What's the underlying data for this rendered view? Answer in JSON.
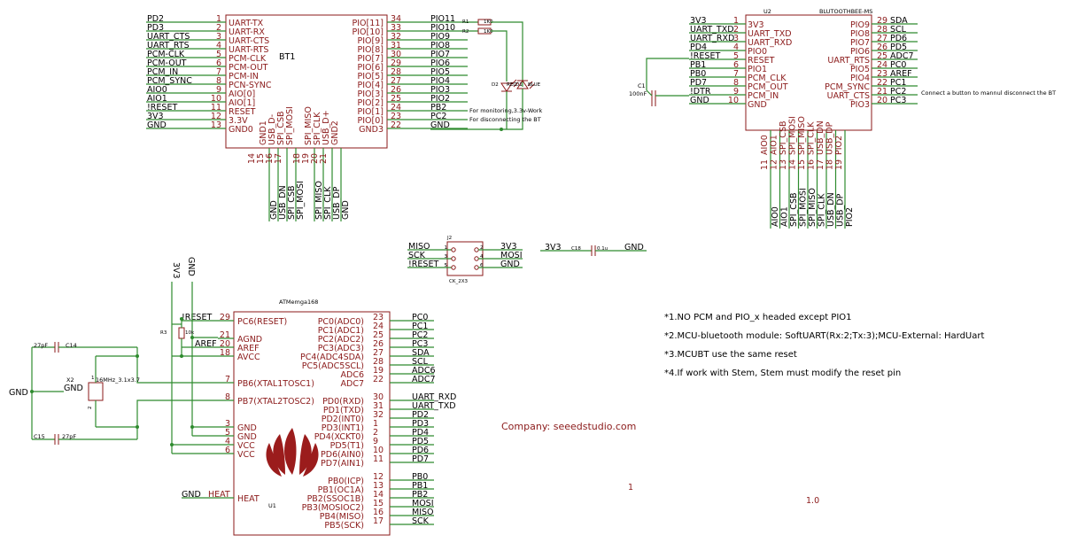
{
  "bt1": {
    "designator": "BT1",
    "left_pins": [
      {
        "num": "1",
        "name": "UART-TX",
        "net": "PD2"
      },
      {
        "num": "2",
        "name": "UART-RX",
        "net": "PD3"
      },
      {
        "num": "3",
        "name": "UART-CTS",
        "net": "UART_CTS"
      },
      {
        "num": "4",
        "name": "UART-RTS",
        "net": "UART_RTS"
      },
      {
        "num": "5",
        "name": "PCM-CLK",
        "net": "PCM-CLK"
      },
      {
        "num": "6",
        "name": "PCM-OUT",
        "net": "PCM-OUT"
      },
      {
        "num": "7",
        "name": "PCM-IN",
        "net": "PCM_IN"
      },
      {
        "num": "8",
        "name": "PCN-SYNC",
        "net": "PCM_SYNC"
      },
      {
        "num": "9",
        "name": "AIO[0]",
        "net": "AIO0"
      },
      {
        "num": "10",
        "name": "AIO[1]",
        "net": "AIO1"
      },
      {
        "num": "11",
        "name": "RESET",
        "net": "!RESET"
      },
      {
        "num": "12",
        "name": "3.3V",
        "net": "3V3"
      },
      {
        "num": "13",
        "name": "GND0",
        "net": "GND"
      }
    ],
    "right_pins": [
      {
        "num": "34",
        "name": "PIO[11]",
        "net": "PIO11"
      },
      {
        "num": "33",
        "name": "PIO[10]",
        "net": "PIO10"
      },
      {
        "num": "32",
        "name": "PIO[9]",
        "net": "PIO9"
      },
      {
        "num": "31",
        "name": "PIO[8]",
        "net": "PIO8"
      },
      {
        "num": "30",
        "name": "PIO[7]",
        "net": "PIO7"
      },
      {
        "num": "29",
        "name": "PIO[6]",
        "net": "PIO6"
      },
      {
        "num": "28",
        "name": "PIO[5]",
        "net": "PIO5"
      },
      {
        "num": "27",
        "name": "PIO[4]",
        "net": "PIO4"
      },
      {
        "num": "26",
        "name": "PIO[3]",
        "net": "PIO3"
      },
      {
        "num": "25",
        "name": "PIO[2]",
        "net": "PIO2"
      },
      {
        "num": "24",
        "name": "PIO[1]",
        "net": "PB2"
      },
      {
        "num": "23",
        "name": "PIO[0]",
        "net": "PC2"
      },
      {
        "num": "22",
        "name": "GND3",
        "net": "GND"
      }
    ],
    "bottom_pins": [
      {
        "num": "14",
        "name": "GND1",
        "net": "GND"
      },
      {
        "num": "15",
        "name": "USB_D-",
        "net": "USB_DN"
      },
      {
        "num": "16",
        "name": "SPI_CSB",
        "net": "SPI_CSB"
      },
      {
        "num": "17",
        "name": "SPI_MOSI",
        "net": "SPI_MOSI"
      },
      {
        "num": "18",
        "name": "SPI_MISO",
        "net": "SPI_MISO"
      },
      {
        "num": "19",
        "name": "SPI_CLK",
        "net": "SPI_CLK"
      },
      {
        "num": "20",
        "name": "USB_D+",
        "net": "USB_DP"
      },
      {
        "num": "21",
        "name": "GND2",
        "net": "GND"
      }
    ],
    "r1": "R1",
    "r2": "R2",
    "r_val1": "1K0",
    "r_val2": "1K0",
    "d2": "D2",
    "d1": "D1",
    "d2_val": "RED",
    "d1_val": "BLUE",
    "note_pb2": "For monitoring,3.3v-Work",
    "note_pc2": "For disconnecting the BT"
  },
  "u2": {
    "designator": "U2",
    "value": "BLUTOOTHBEE-MS",
    "left_pins": [
      {
        "num": "1",
        "name": "3V3",
        "net": "3V3"
      },
      {
        "num": "2",
        "name": "UART_TXD",
        "net": "UART_TXD"
      },
      {
        "num": "3",
        "name": "UART_RXD",
        "net": "UART_RXD"
      },
      {
        "num": "4",
        "name": "PIO0",
        "net": "PD4"
      },
      {
        "num": "5",
        "name": "RESET",
        "net": "!RESET"
      },
      {
        "num": "6",
        "name": "PIO1",
        "net": "PB1"
      },
      {
        "num": "7",
        "name": "PCM_CLK",
        "net": "PB0"
      },
      {
        "num": "8",
        "name": "PCM_OUT",
        "net": "PD7"
      },
      {
        "num": "9",
        "name": "PCM_IN",
        "net": "!DTR"
      },
      {
        "num": "10",
        "name": "GND",
        "net": "GND"
      }
    ],
    "right_pins": [
      {
        "num": "29",
        "name": "PIO9",
        "net": "SDA"
      },
      {
        "num": "28",
        "name": "PIO8",
        "net": "SCL"
      },
      {
        "num": "27",
        "name": "PIO7",
        "net": "PD6"
      },
      {
        "num": "26",
        "name": "PIO6",
        "net": "PD5"
      },
      {
        "num": "25",
        "name": "UART_RTS",
        "net": "ADC7"
      },
      {
        "num": "24",
        "name": "PIO5",
        "net": "PC0"
      },
      {
        "num": "23",
        "name": "PIO4",
        "net": "AREF"
      },
      {
        "num": "22",
        "name": "PCM_SYNC",
        "net": "PC1"
      },
      {
        "num": "21",
        "name": "UART_CTS",
        "net": "PC2"
      },
      {
        "num": "20",
        "name": "PIO3",
        "net": "PC3"
      }
    ],
    "bottom_pins": [
      {
        "num": "11",
        "name": "AIO0",
        "net": "AIO0"
      },
      {
        "num": "12",
        "name": "AIO1",
        "net": "AIO1"
      },
      {
        "num": "13",
        "name": "SPI_CSB",
        "net": "SPI_CSB"
      },
      {
        "num": "14",
        "name": "SPI_MOSI",
        "net": "SPI_MOSI"
      },
      {
        "num": "15",
        "name": "SPI_MISO",
        "net": "SPI_MISO"
      },
      {
        "num": "16",
        "name": "SPI_CLK",
        "net": "SPI_CLK"
      },
      {
        "num": "17",
        "name": "USB_DN",
        "net": "USB_DN"
      },
      {
        "num": "18",
        "name": "USB_DP",
        "net": "USB_DP"
      },
      {
        "num": "19",
        "name": "PIO2",
        "net": "PIO2"
      }
    ],
    "c1": "C1",
    "c1_val": "100nF",
    "note": "Connect a button to mannul disconnect the BT"
  },
  "j2": {
    "designator": "J2",
    "value": "CK_2X3",
    "left": [
      {
        "num": "1",
        "net": "MISO"
      },
      {
        "num": "3",
        "net": "SCK"
      },
      {
        "num": "5",
        "net": "!RESET"
      }
    ],
    "right": [
      {
        "num": "2",
        "net": "3V3"
      },
      {
        "num": "4",
        "net": "MOSI"
      },
      {
        "num": "6",
        "net": "GND"
      }
    ]
  },
  "c18": {
    "designator": "C18",
    "value": "0.1u",
    "net_left": "3V3",
    "net_right": "GND"
  },
  "u1": {
    "designator": "U1",
    "value": "ATMemga168",
    "left_pins": [
      {
        "num": "29",
        "name": "PC6(RESET)",
        "net": "!RESET"
      },
      {
        "num": "21",
        "name": "AGND",
        "net": ""
      },
      {
        "num": "20",
        "name": "AREF",
        "net": "AREF"
      },
      {
        "num": "18",
        "name": "AVCC",
        "net": ""
      },
      {
        "num": "7",
        "name": "PB6(XTAL1TOSC1)",
        "net": ""
      },
      {
        "num": "8",
        "name": "PB7(XTAL2TOSC2)",
        "net": ""
      },
      {
        "num": "3",
        "name": "GND",
        "net": ""
      },
      {
        "num": "5",
        "name": "GND",
        "net": ""
      },
      {
        "num": "4",
        "name": "VCC",
        "net": ""
      },
      {
        "num": "6",
        "name": "VCC",
        "net": ""
      }
    ],
    "heat_pin": {
      "name": "HEAT",
      "net": "GND"
    },
    "right_pins": [
      {
        "num": "23",
        "name": "PC0(ADC0)",
        "net": "PC0"
      },
      {
        "num": "24",
        "name": "PC1(ADC1)",
        "net": "PC1"
      },
      {
        "num": "25",
        "name": "PC2(ADC2)",
        "net": "PC2"
      },
      {
        "num": "26",
        "name": "PC3(ADC3)",
        "net": "PC3"
      },
      {
        "num": "27",
        "name": "PC4(ADC4SDA)",
        "net": "SDA"
      },
      {
        "num": "28",
        "name": "PC5(ADC5SCL)",
        "net": "SCL"
      },
      {
        "num": "19",
        "name": "ADC6",
        "net": "ADC6"
      },
      {
        "num": "22",
        "name": "ADC7",
        "net": "ADC7"
      },
      {
        "num": "30",
        "name": "PD0(RXD)",
        "net": "UART_RXD"
      },
      {
        "num": "31",
        "name": "PD1(TXD)",
        "net": "UART_TXD"
      },
      {
        "num": "32",
        "name": "PD2(INT0)",
        "net": "PD2"
      },
      {
        "num": "1",
        "name": "PD3(INT1)",
        "net": "PD3"
      },
      {
        "num": "2",
        "name": "PD4(XCKT0)",
        "net": "PD4"
      },
      {
        "num": "9",
        "name": "PD5(T1)",
        "net": "PD5"
      },
      {
        "num": "10",
        "name": "PD6(AIN0)",
        "net": "PD6"
      },
      {
        "num": "11",
        "name": "PD7(AIN1)",
        "net": "PD7"
      },
      {
        "num": "12",
        "name": "PB0(ICP)",
        "net": "PB0"
      },
      {
        "num": "13",
        "name": "PB1(OC1A)",
        "net": "PB1"
      },
      {
        "num": "14",
        "name": "PB2(SSOC1B)",
        "net": "PB2"
      },
      {
        "num": "15",
        "name": "PB3(MOSIOC2)",
        "net": "MOSI"
      },
      {
        "num": "16",
        "name": "PB4(MISO)",
        "net": "MISO"
      },
      {
        "num": "17",
        "name": "PB5(SCK)",
        "net": "SCK"
      }
    ],
    "r3": "R3",
    "r3_val": "10k",
    "net_3v3": "3V3",
    "net_gnd": "GND",
    "x2": "X2",
    "x2_val": "16MHz_3.1x3.7",
    "x2_gnd": "GND",
    "x2_pin1": "1",
    "x2_pin2": "2",
    "c14": "C14",
    "c14_val": "27pF",
    "c15": "C15",
    "c15_val": "27pF",
    "gnd_label": "GND"
  },
  "notes": [
    "*1.NO PCM and PIO_x headed except PIO1",
    "*2.MCU-bluetooth module: SoftUART(Rx:2;Tx:3);MCU-External: HardUart",
    "*3.MCUBT use the same reset",
    "*4.If work with Stem, Stem must modify the reset pin"
  ],
  "company": "Company: seeedstudio.com",
  "sheet": "1",
  "rev": "1.0",
  "colors": {
    "part": "#8b1a1a",
    "wire": "#2e8b2e",
    "text": "#000000"
  }
}
